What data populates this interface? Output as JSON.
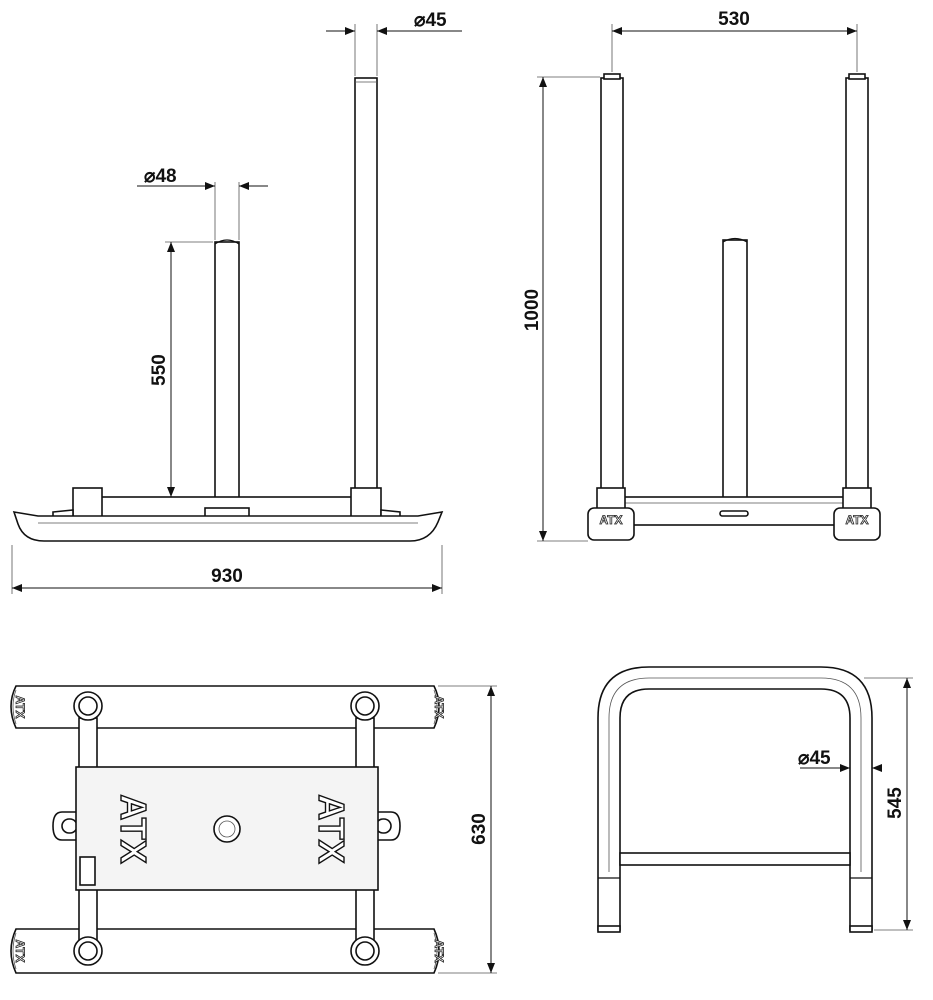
{
  "dimensions": {
    "side_total_width": "930",
    "side_short_post_height": "550",
    "side_short_post_diameter": "⌀48",
    "side_tall_post_diameter": "⌀45",
    "front_post_spacing": "530",
    "front_height": "1000",
    "top_depth": "630",
    "handle_height": "545",
    "handle_diameter": "⌀45"
  },
  "brand": {
    "logo_text": "ATX"
  },
  "colors": {
    "line": "#111111",
    "background": "#ffffff"
  }
}
